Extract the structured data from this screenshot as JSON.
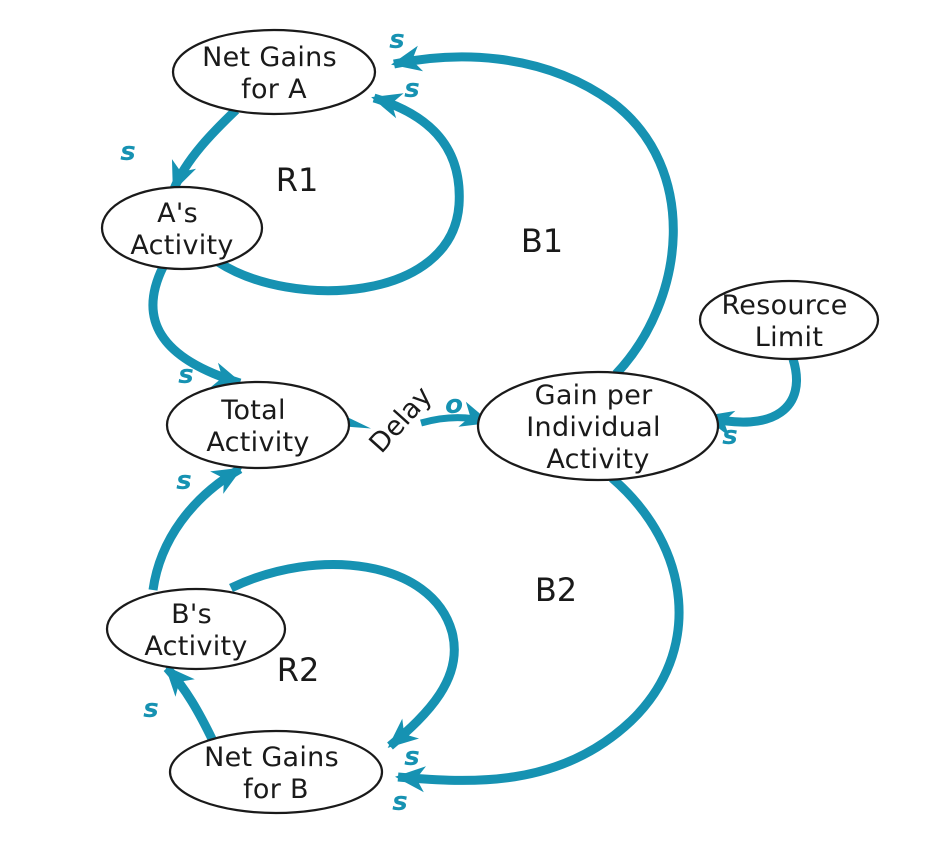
{
  "diagram_type": "causal-loop-diagram",
  "colors": {
    "accent_teal": "#1692B2",
    "ink": "#1a1a1a",
    "node_fill": "#ffffff"
  },
  "nodes": {
    "net_gains_a": {
      "line1": "Net Gains",
      "line2": "for A"
    },
    "as_activity": {
      "line1": "A's",
      "line2": "Activity"
    },
    "resource_limit": {
      "line1": "Resource",
      "line2": "Limit"
    },
    "total_activity": {
      "line1": "Total",
      "line2": "Activity"
    },
    "gain_per_individual_activity": {
      "line1": "Gain per",
      "line2": "Individual",
      "line3": "Activity"
    },
    "bs_activity": {
      "line1": "B's",
      "line2": "Activity"
    },
    "net_gains_b": {
      "line1": "Net Gains",
      "line2": "for B"
    }
  },
  "loops": {
    "r1": "R1",
    "b1": "B1",
    "b2": "B2",
    "r2": "R2"
  },
  "polarity": {
    "s_gain_to_net_gains_a": "s",
    "s_as_activity_to_net_gains_a": "s",
    "s_net_gains_a_to_as_activity": "s",
    "s_as_activity_to_total": "s",
    "s_bs_activity_to_total": "s",
    "o_total_to_gain": "o",
    "s_resource_limit_to_gain": "s",
    "s_bs_activity_to_net_gains_b": "s",
    "s_gain_to_net_gains_b": "s",
    "s_net_gains_b_to_bs_activity": "s"
  },
  "delay": "Delay"
}
